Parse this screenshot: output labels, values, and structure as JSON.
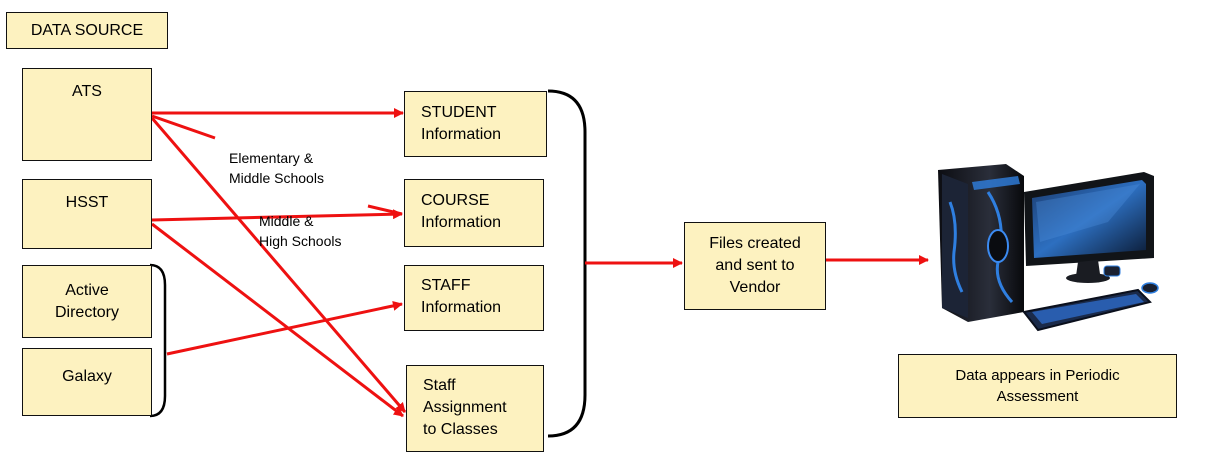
{
  "header": {
    "label": "DATA SOURCE"
  },
  "sources": {
    "ats": "ATS",
    "hsst": "HSST",
    "active_directory": "Active\nDirectory",
    "galaxy": "Galaxy"
  },
  "outputs": {
    "student": "STUDENT\nInformation",
    "course": "COURSE\nInformation",
    "staff": "STAFF\nInformation",
    "assignment": "Staff\nAssignment\nto Classes"
  },
  "notes": {
    "elementary": "Elementary &\nMiddle Schools",
    "middle_high": "Middle &\nHigh Schools"
  },
  "process": {
    "files": "Files created\nand sent to\nVendor"
  },
  "result": {
    "caption": "Data appears in Periodic\nAssessment"
  },
  "colors": {
    "arrow": "#ee1111",
    "box_fill": "#fdf2c0",
    "border": "#111111"
  }
}
